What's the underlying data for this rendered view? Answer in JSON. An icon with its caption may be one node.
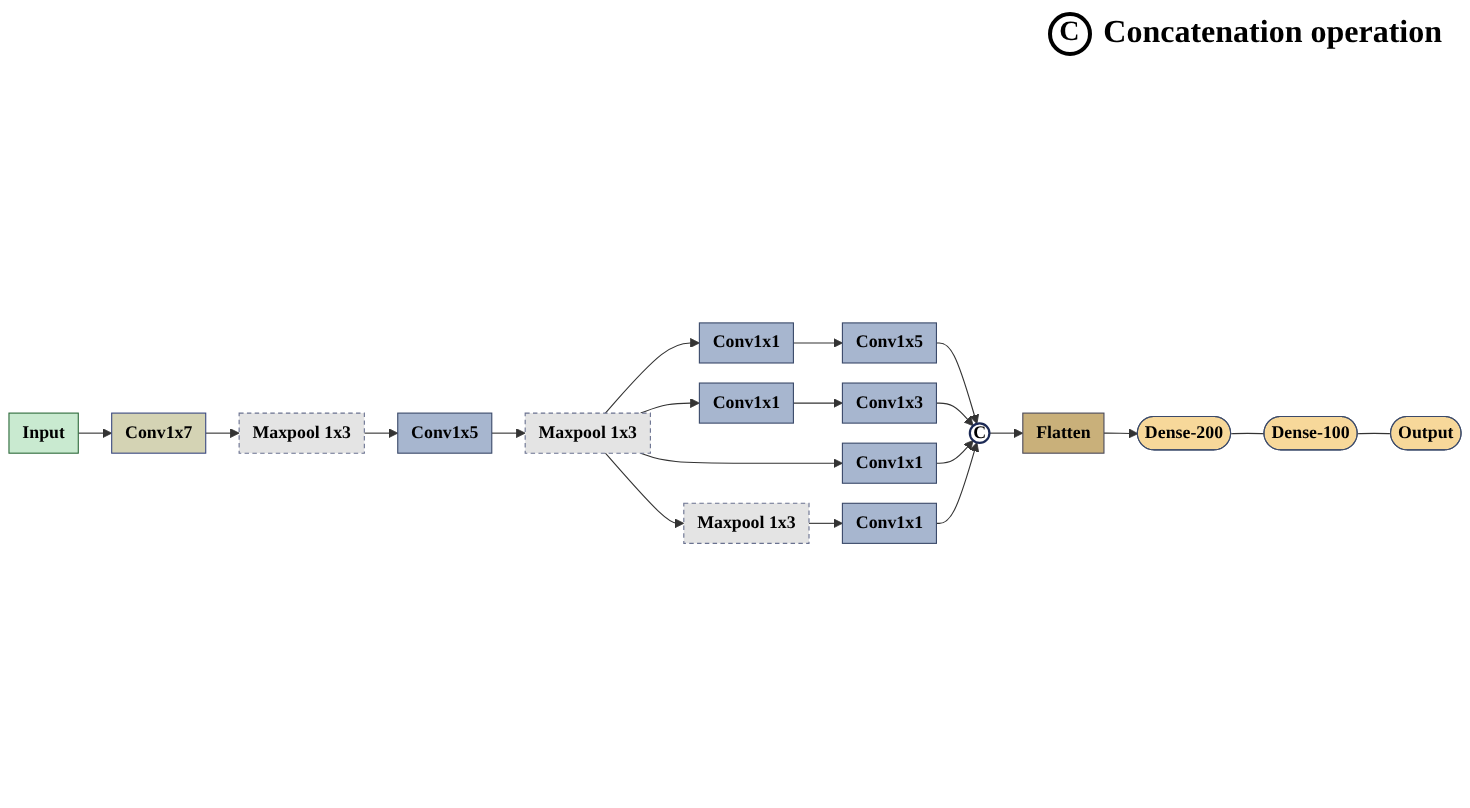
{
  "diagram": {
    "nodes": [
      {
        "text": [
          "Input"
        ]
      },
      {
        "text": [
          "Conv1x7"
        ]
      },
      {
        "text": [
          "Maxpool 1x3"
        ]
      },
      {
        "text": [
          "Conv1x5"
        ]
      },
      {
        "text": [
          "Maxpool 1x3"
        ]
      },
      {
        "text": [
          "Conv1x1"
        ]
      },
      {
        "text": [
          "Conv1x5"
        ]
      },
      {
        "text": [
          "Conv1x1"
        ]
      },
      {
        "text": [
          "Conv1x3"
        ]
      },
      {
        "text": [
          "Conv1x1"
        ]
      },
      {
        "text": [
          "Maxpool 1x3"
        ]
      },
      {
        "text": [
          "Conv1x1"
        ]
      },
      {
        "text": [
          "C"
        ]
      },
      {
        "text": [
          "Flatten"
        ]
      },
      {
        "text": [
          "Dense-200"
        ]
      },
      {
        "text": [
          "Dense-100"
        ]
      },
      {
        "text": [
          "Output"
        ]
      }
    ],
    "edges": [
      {
        "from": 0,
        "to": 1,
        "arrow": "to"
      },
      {
        "from": 1,
        "to": 2,
        "arrow": "to"
      },
      {
        "from": 2,
        "to": 3,
        "arrow": "to"
      },
      {
        "from": 3,
        "to": 4,
        "arrow": "to"
      },
      {
        "from": 4,
        "to": 5,
        "arrow": "to"
      },
      {
        "from": 4,
        "to": 7,
        "arrow": "to"
      },
      {
        "from": 4,
        "to": 9,
        "arrow": "to"
      },
      {
        "from": 4,
        "to": 10,
        "arrow": "to"
      },
      {
        "from": 5,
        "to": 6,
        "arrow": "to"
      },
      {
        "from": 7,
        "to": 8,
        "arrow": "to"
      },
      {
        "from": 10,
        "to": 11,
        "arrow": "to"
      },
      {
        "from": 6,
        "to": 12,
        "arrow": "to"
      },
      {
        "from": 8,
        "to": 12,
        "arrow": "to"
      },
      {
        "from": 9,
        "to": 12,
        "arrow": "to"
      },
      {
        "from": 11,
        "to": 12,
        "arrow": "to"
      },
      {
        "from": 12,
        "to": 13,
        "arrow": "to"
      },
      {
        "from": 13,
        "to": 14,
        "arrow": "to"
      },
      {
        "from": 14,
        "to": 15,
        "arrow": "none"
      },
      {
        "from": 15,
        "to": 16,
        "arrow": "none"
      }
    ],
    "labels": [
      "C"
    ],
    "legend": [
      {
        "text": "Concatenation operation"
      }
    ]
  }
}
